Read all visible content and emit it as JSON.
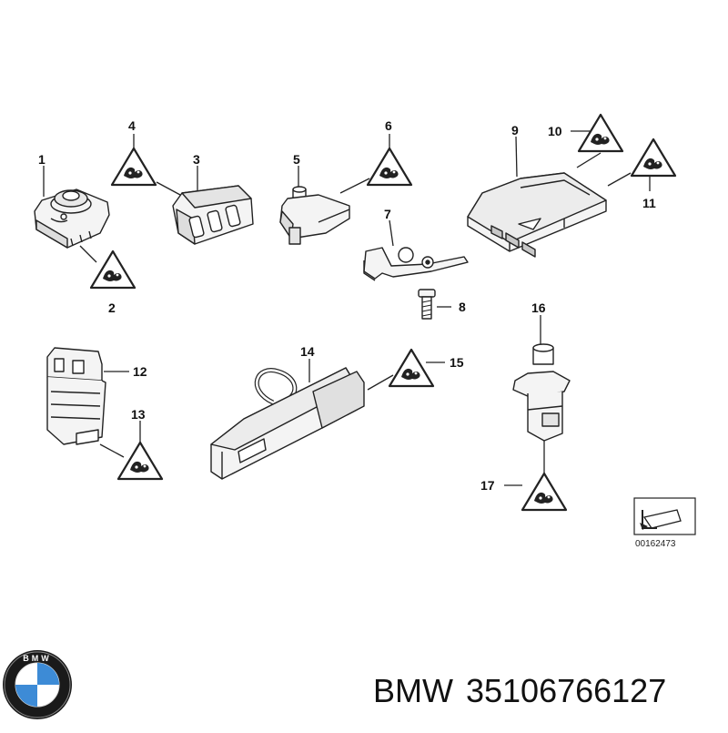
{
  "diagram": {
    "callouts": [
      "1",
      "2",
      "3",
      "4",
      "5",
      "6",
      "7",
      "8",
      "9",
      "10",
      "11",
      "12",
      "13",
      "14",
      "15",
      "16",
      "17"
    ],
    "reference_number": "00162473"
  },
  "logo": {
    "brand_letters": "BMW",
    "colors": {
      "blue": "#3d8bd6",
      "white": "#ffffff",
      "ring": "#1a1a1a"
    }
  },
  "caption": {
    "brand": "BMW",
    "part_number": "35106766127"
  },
  "colors": {
    "line": "#222222",
    "part_fill": "#f4f4f4",
    "shade": "#c8c8c8"
  }
}
